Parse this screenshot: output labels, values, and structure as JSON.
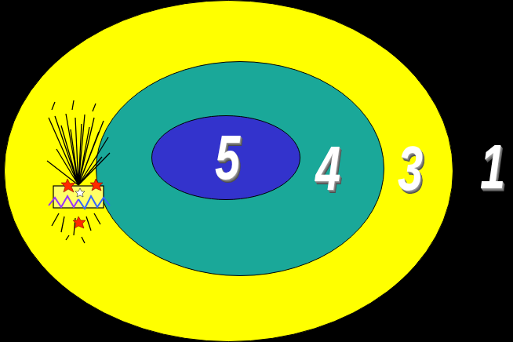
{
  "diagram": {
    "nodes": [
      {
        "text": [
          "3"
        ]
      },
      {
        "text": [
          "4"
        ],
        "in": 0
      },
      {
        "text": [
          "5"
        ],
        "in": 1
      }
    ],
    "labels": [
      "1"
    ]
  }
}
